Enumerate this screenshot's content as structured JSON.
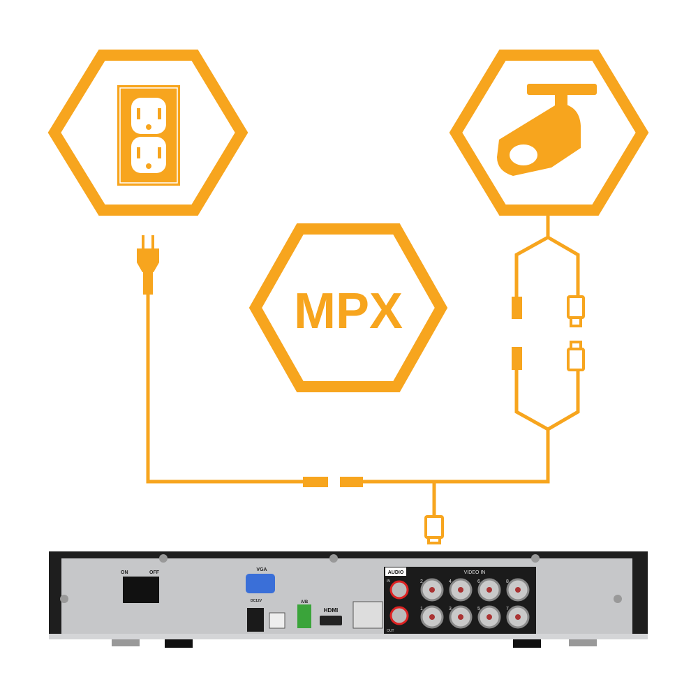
{
  "center_label": "MPX",
  "colors": {
    "accent": "#F7A51E",
    "panel": "#c8c9cb",
    "frame": "#1e1e1e"
  },
  "dvr": {
    "power_on": "ON",
    "power_off": "OFF",
    "vga": "VGA",
    "dc": "DC12V",
    "rs485": "A/B",
    "hdmi": "HDMI",
    "audio": "AUDIO",
    "audio_in": "IN",
    "audio_out": "OUT",
    "video_in": "VIDEO IN",
    "channels_top": [
      "2",
      "4",
      "6",
      "8"
    ],
    "channels_bottom": [
      "1",
      "3",
      "5",
      "7"
    ]
  }
}
